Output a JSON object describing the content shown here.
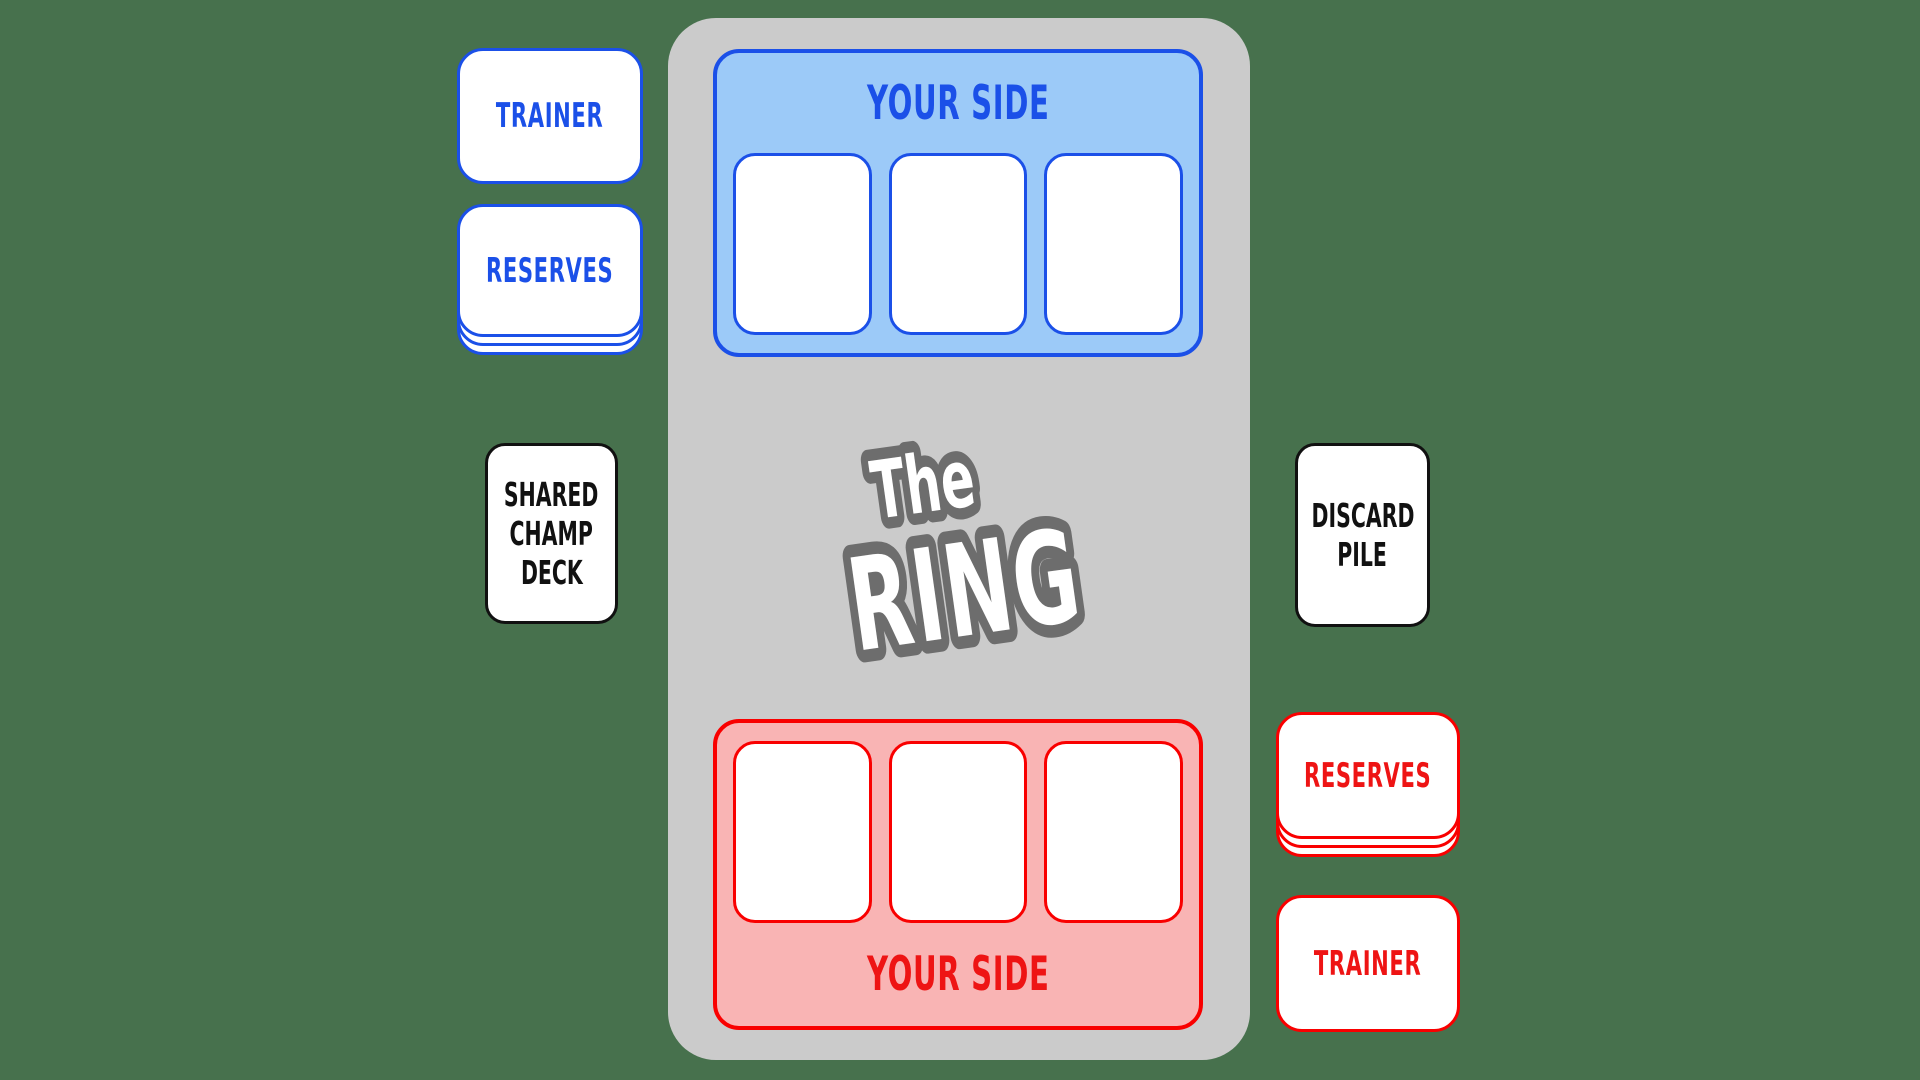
{
  "palette": {
    "background": "#47714D",
    "board": "#CBCBCB",
    "blue": "#1B50E8",
    "blue_fill": "#9CCAF8",
    "red": "#EE1414",
    "red_border": "#F90000",
    "red_fill": "#F9B4B4",
    "black": "#111111",
    "logo_outline": "#6D6D6D",
    "logo_fill": "#FFFFFF"
  },
  "board": {
    "logo_line1": "The",
    "logo_line2": "RING",
    "opponent_panel": {
      "title": "YOUR SIDE",
      "slot_count": 3
    },
    "player_panel": {
      "title": "YOUR SIDE",
      "slot_count": 3
    }
  },
  "left_area": {
    "trainer": "TRAINER",
    "reserves": "RESERVES",
    "shared_champ_deck": {
      "line1": "SHARED",
      "line2": "CHAMP",
      "line3": "DECK"
    }
  },
  "right_area": {
    "discard_pile": {
      "line1": "DISCARD",
      "line2": "PILE"
    },
    "reserves": "RESERVES",
    "trainer": "TRAINER"
  }
}
